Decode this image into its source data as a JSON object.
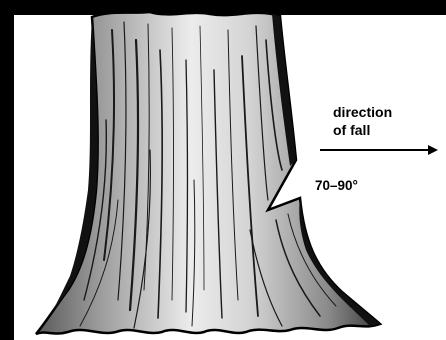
{
  "labels": {
    "direction_line1": "direction",
    "direction_line2": "of fall",
    "notch_angle": "70–90°"
  },
  "colors": {
    "background": "#000000",
    "panel": "#ffffff",
    "outline": "#000000",
    "bark_light": "#f2f2f2",
    "bark_mid": "#b0b0b0",
    "bark_dark": "#4a4a4a"
  },
  "icons": {
    "arrow": "right-arrow-icon"
  }
}
